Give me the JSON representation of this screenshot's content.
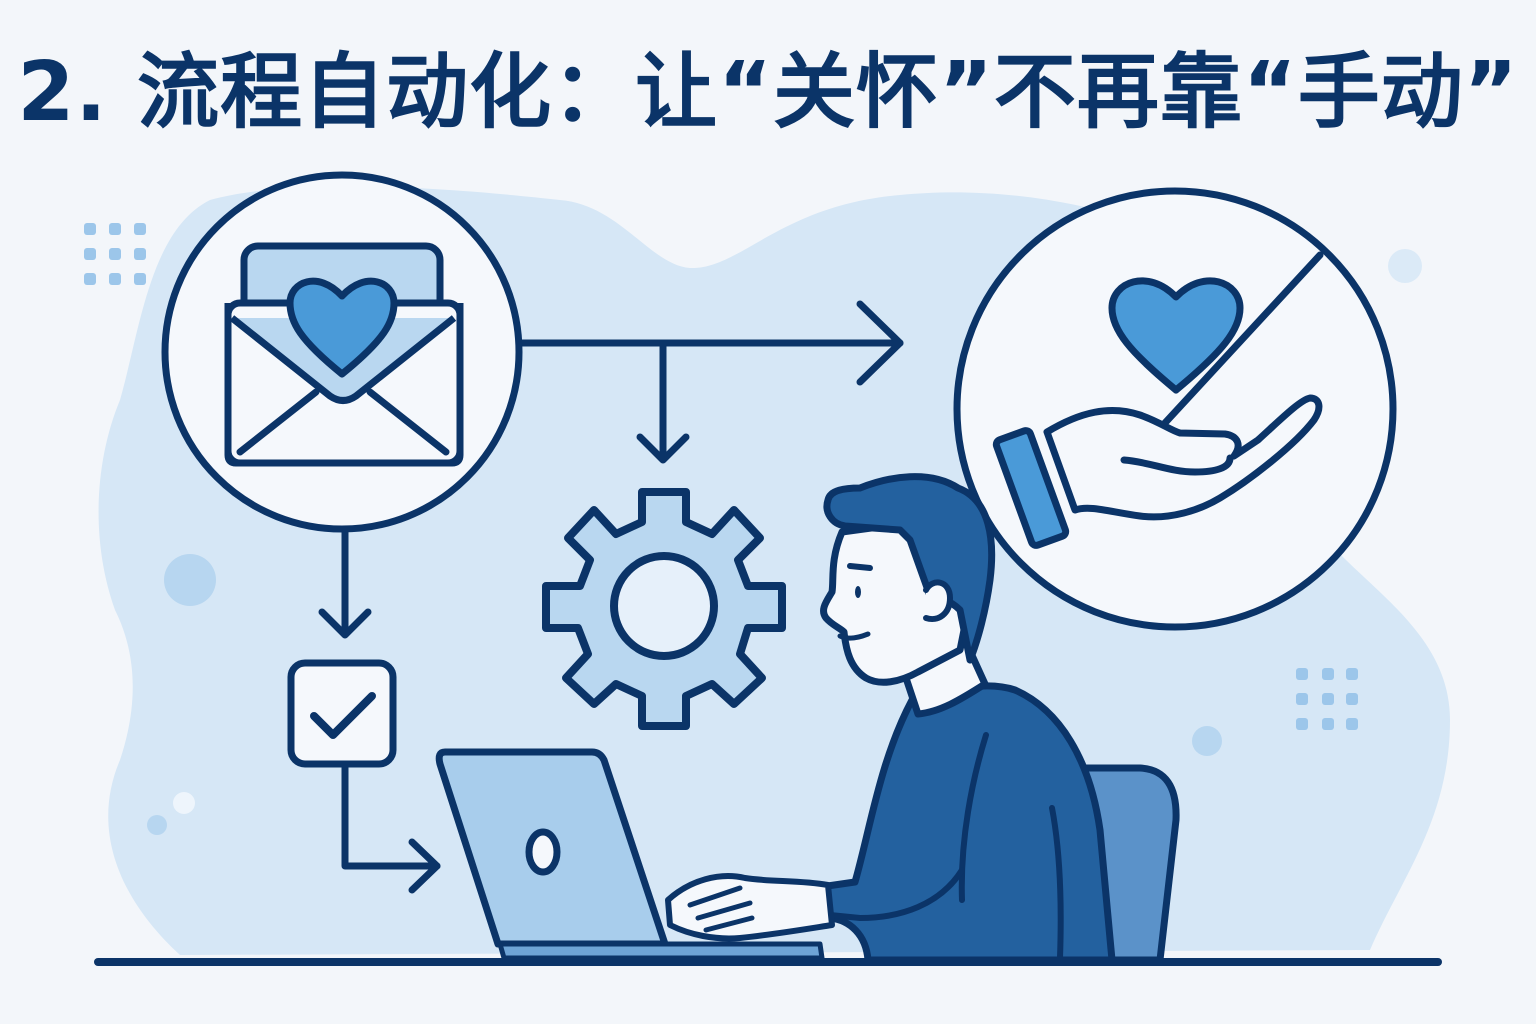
{
  "header": {
    "title": "2. 流程自动化：让“关怀”不再靠“手动”"
  },
  "illustration": {
    "nodes": [
      {
        "id": "envelope",
        "description": "open envelope with heart letter",
        "icon": "envelope-heart-icon"
      },
      {
        "id": "checkbox",
        "description": "checked checkbox",
        "icon": "checkbox-checked-icon"
      },
      {
        "id": "gear",
        "description": "automation gear",
        "icon": "gear-icon"
      },
      {
        "id": "laptop",
        "description": "laptop in use",
        "icon": "laptop-icon"
      },
      {
        "id": "person",
        "description": "person typing at laptop",
        "icon": "person-icon"
      },
      {
        "id": "no-manual-care",
        "description": "hand holding heart with strike-through line",
        "icon": "hand-heart-crossed-icon"
      }
    ],
    "flows": [
      {
        "from": "envelope",
        "to": "no-manual-care",
        "direction": "right"
      },
      {
        "from": "envelope",
        "to": "gear",
        "direction": "down"
      },
      {
        "from": "envelope",
        "to": "checkbox",
        "direction": "down"
      },
      {
        "from": "checkbox",
        "to": "laptop",
        "direction": "right"
      }
    ]
  },
  "colors": {
    "background": "#f3f6fa",
    "blob": "#d6e7f6",
    "stroke": "#0b3468",
    "accent": "#4a9ad8",
    "light_fill": "#b9d7f0",
    "shirt": "#23619f",
    "chair": "#5b92c9",
    "dots": "#9cc6ea"
  }
}
